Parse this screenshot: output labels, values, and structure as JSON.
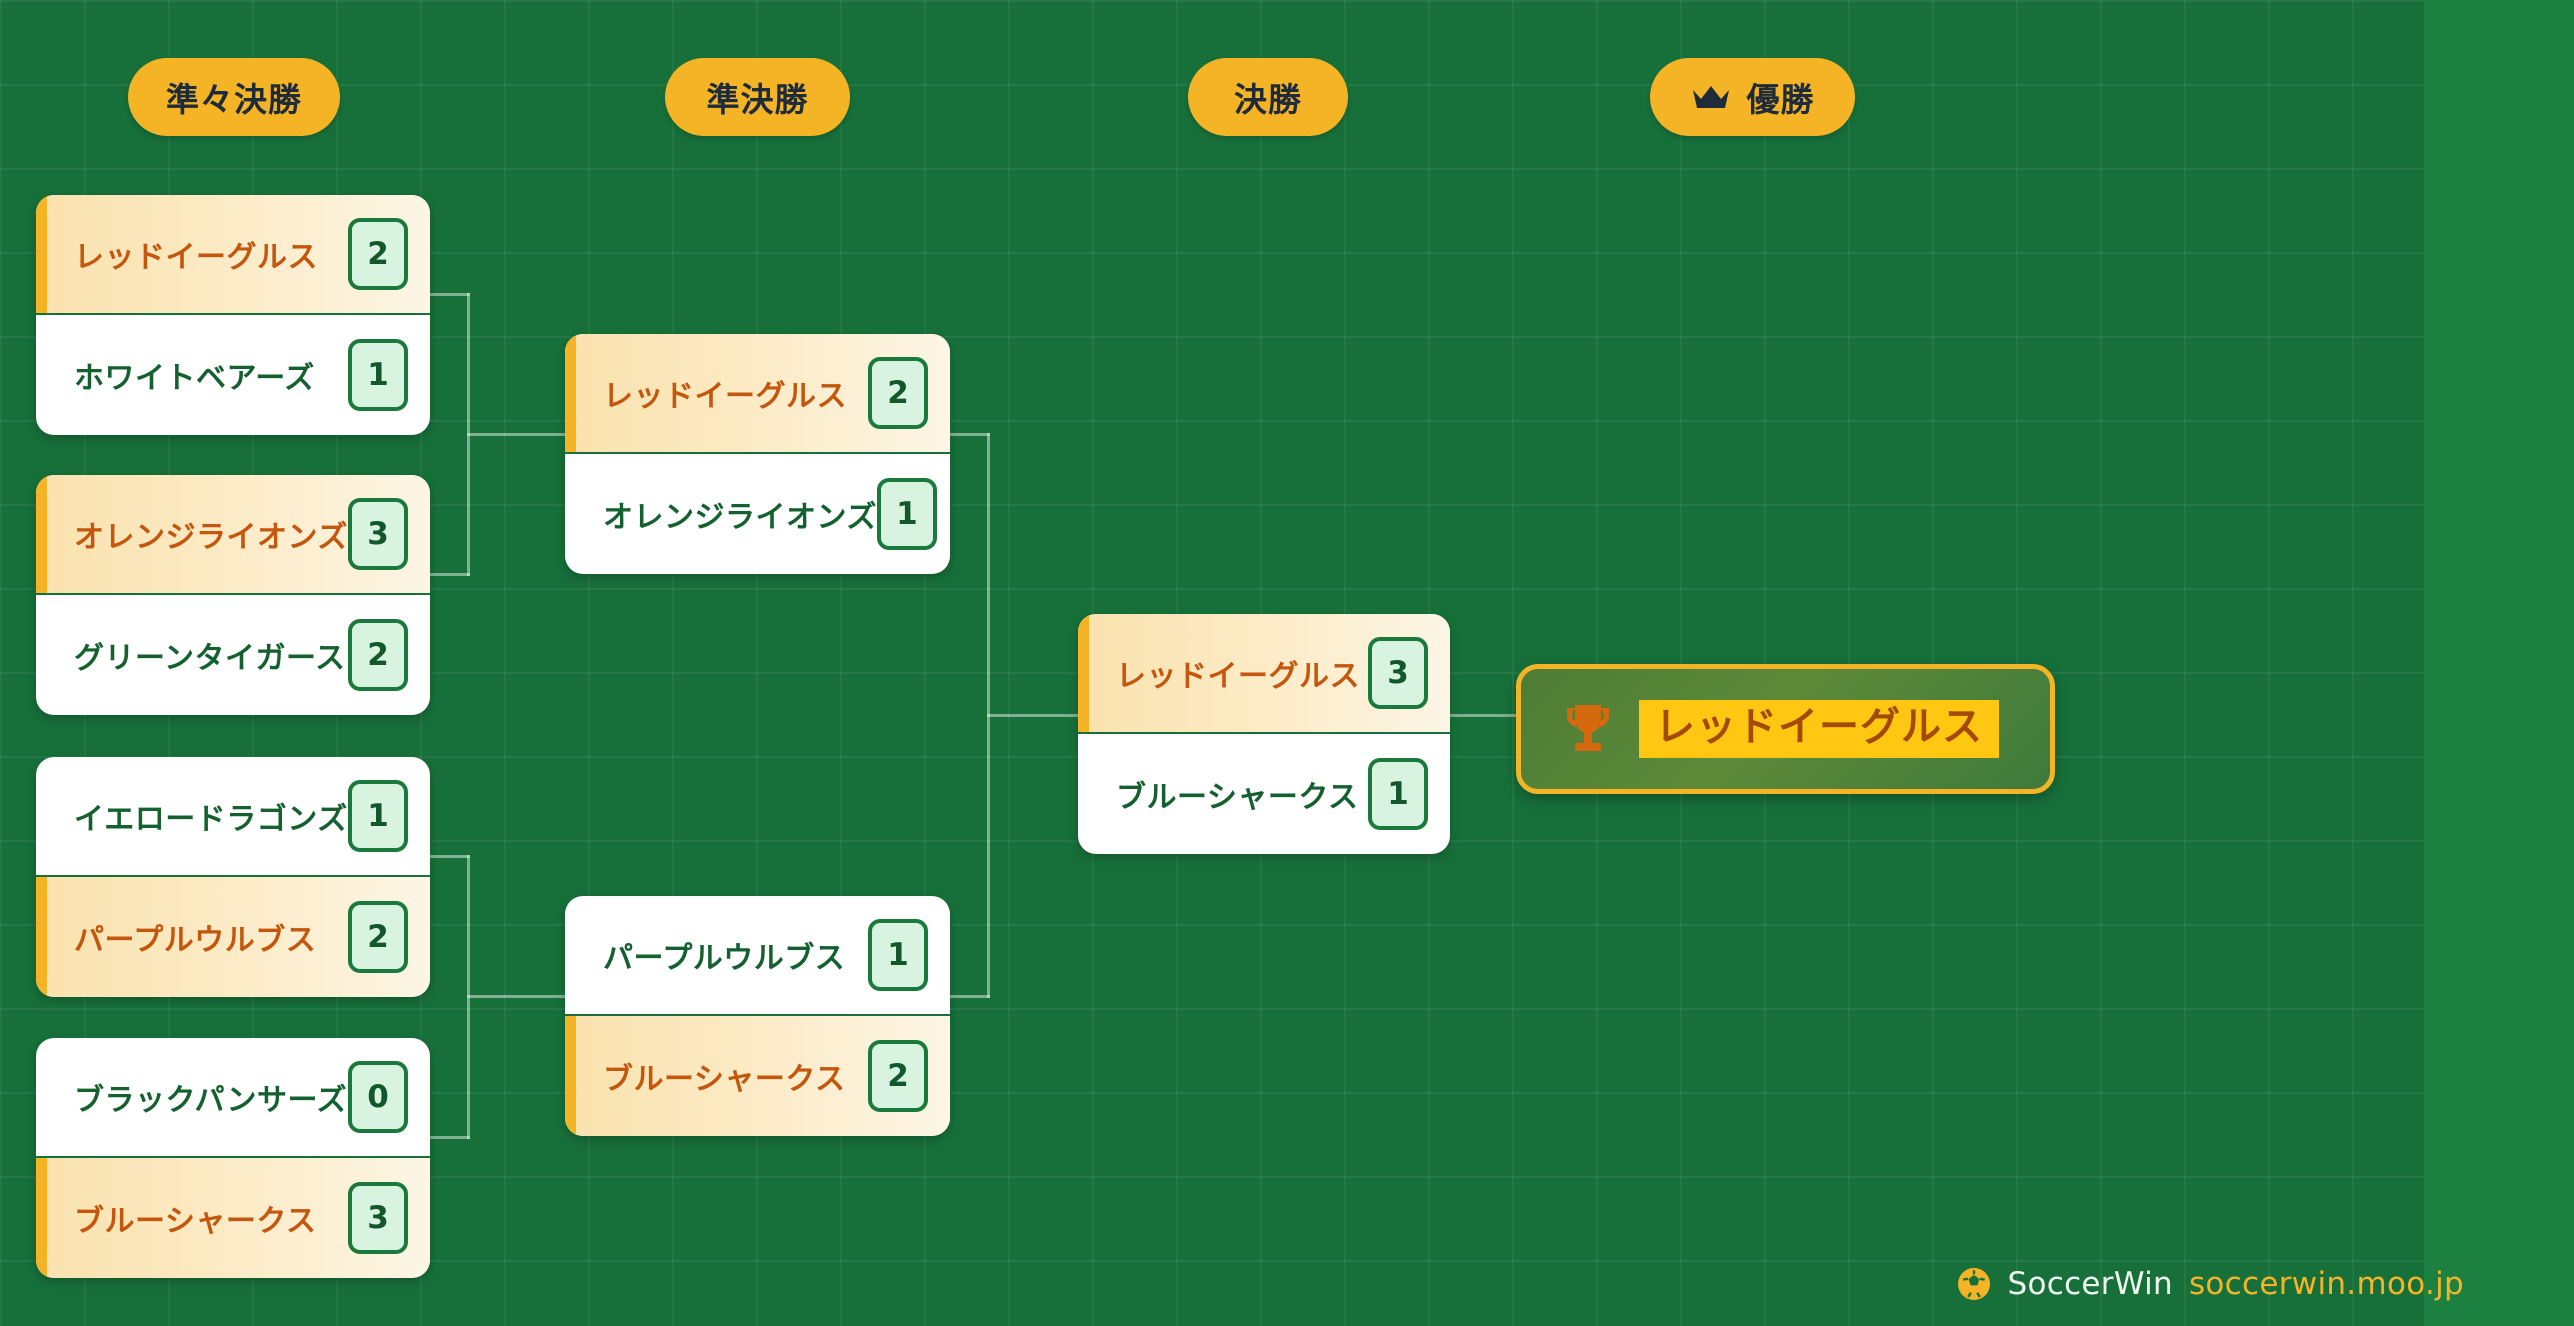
{
  "rounds": [
    {
      "label": "準々決勝",
      "icon": null
    },
    {
      "label": "準決勝",
      "icon": null
    },
    {
      "label": "決勝",
      "icon": null
    },
    {
      "label": "優勝",
      "icon": "crown-icon"
    }
  ],
  "quarterfinals": [
    {
      "top": {
        "name": "レッドイーグルス",
        "score": "2",
        "winner": true
      },
      "bottom": {
        "name": "ホワイトベアーズ",
        "score": "1",
        "winner": false
      }
    },
    {
      "top": {
        "name": "オレンジライオンズ",
        "score": "3",
        "winner": true
      },
      "bottom": {
        "name": "グリーンタイガース",
        "score": "2",
        "winner": false
      }
    },
    {
      "top": {
        "name": "イエロードラゴンズ",
        "score": "1",
        "winner": false
      },
      "bottom": {
        "name": "パープルウルブス",
        "score": "2",
        "winner": true
      }
    },
    {
      "top": {
        "name": "ブラックパンサーズ",
        "score": "0",
        "winner": false
      },
      "bottom": {
        "name": "ブルーシャークス",
        "score": "3",
        "winner": true
      }
    }
  ],
  "semifinals": [
    {
      "top": {
        "name": "レッドイーグルス",
        "score": "2",
        "winner": true
      },
      "bottom": {
        "name": "オレンジライオンズ",
        "score": "1",
        "winner": false
      }
    },
    {
      "top": {
        "name": "パープルウルブス",
        "score": "1",
        "winner": false
      },
      "bottom": {
        "name": "ブルーシャークス",
        "score": "2",
        "winner": true
      }
    }
  ],
  "final": [
    {
      "top": {
        "name": "レッドイーグルス",
        "score": "3",
        "winner": true
      },
      "bottom": {
        "name": "ブルーシャークス",
        "score": "1",
        "winner": false
      }
    }
  ],
  "champion": {
    "name": "レッドイーグルス",
    "icon": "trophy-icon"
  },
  "footer": {
    "icon": "soccer-ball-icon",
    "brand": "SoccerWin",
    "site": "soccerwin.moo.jp"
  },
  "colors": {
    "pitch": "#17703a",
    "pitch_panel": "#1b8040",
    "accent_amber": "#F5B426",
    "winner_text": "#c4560d",
    "team_text": "#14612f",
    "score_bg": "#d8f3e0",
    "score_border": "#1a7a3c",
    "champion_highlight": "#FFC711",
    "champion_text": "#a34a09",
    "connector": "rgba(255,255,255,0.45)"
  }
}
